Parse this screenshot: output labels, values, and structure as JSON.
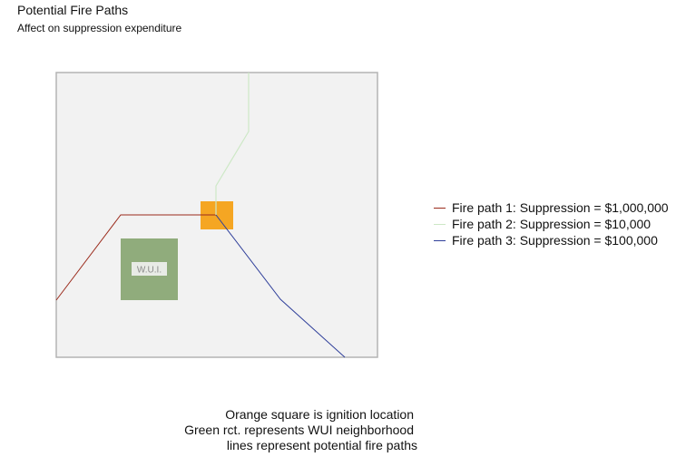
{
  "title": "Potential Fire Paths",
  "subtitle": "Affect on suppression expenditure",
  "colors": {
    "panel_bg": "#f2f2f2",
    "panel_border": "#b4b4b4",
    "wui_fill": "#90ac7c",
    "ignition_fill": "#f5a623",
    "path1": "#9b2b1c",
    "path2": "#cde8c6",
    "path3": "#2f3f9a"
  },
  "wui_label": "W.U.I.",
  "legend": [
    {
      "label": "Fire path 1: Suppression = $1,000,000",
      "color": "#9b2b1c"
    },
    {
      "label": "Fire path 2: Suppression = $10,000",
      "color": "#cde8c6"
    },
    {
      "label": "Fire path 3: Suppression = $100,000",
      "color": "#2f3f9a"
    }
  ],
  "caption": [
    "Orange square is ignition location",
    "Green rct. represents WUI neighborhood",
    "lines represent potential fire paths"
  ]
}
